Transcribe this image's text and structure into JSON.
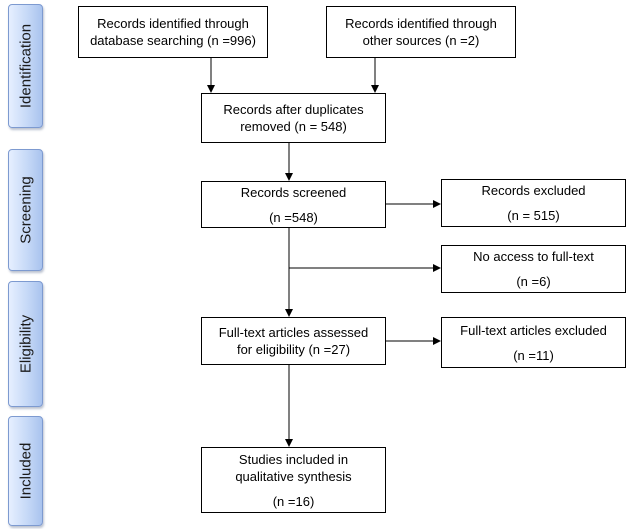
{
  "phases": {
    "identification": "Identification",
    "screening": "Screening",
    "eligibility": "Eligibility",
    "included": "Included"
  },
  "boxes": {
    "database_records": {
      "line1": "Records identified through",
      "line2": "database searching (n =996)"
    },
    "other_sources": {
      "line1": "Records identified through",
      "line2": "other sources (n =2)"
    },
    "after_duplicates": {
      "line1": "Records after duplicates",
      "line2": "removed (n = 548)"
    },
    "screened": {
      "line1": "Records screened",
      "line2": "(n =548)"
    },
    "excluded": {
      "line1": "Records excluded",
      "line2": "(n = 515)"
    },
    "no_access": {
      "line1": "No access to full-text",
      "line2": "(n =6)"
    },
    "fulltext_assessed": {
      "line1": "Full-text articles assessed",
      "line2": "for eligibility (n =27)"
    },
    "fulltext_excluded": {
      "line1": "Full-text articles excluded",
      "line2": "(n =11)"
    },
    "included_studies": {
      "line1": "Studies included in",
      "line2": "qualitative synthesis",
      "line3": "(n =16)"
    }
  },
  "colors": {
    "phase_fill": "#c6d9f7",
    "phase_border": "#7d9ad0",
    "box_border": "#000000"
  }
}
